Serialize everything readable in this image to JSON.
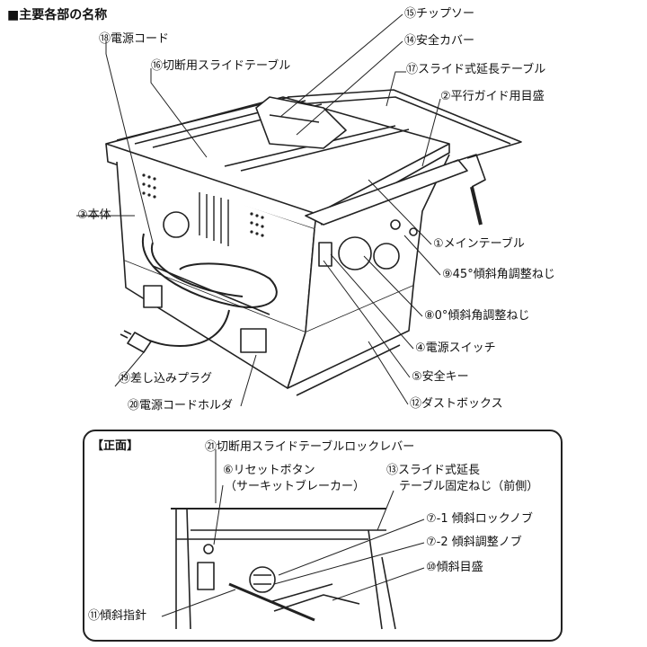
{
  "title": "■主要各部の名称",
  "front_title": "【正面】",
  "labels": {
    "p15": "⑮チップソー",
    "p14": "⑭安全カバー",
    "p18": "⑱電源コード",
    "p16": "⑯切断用スライドテーブル",
    "p17": "⑰スライド式延長テーブル",
    "p2": "②平行ガイド用目盛",
    "p3": "③本体",
    "p1": "①メインテーブル",
    "p9": "⑨45°傾斜角調整ねじ",
    "p8": "⑧0°傾斜角調整ねじ",
    "p4": "④電源スイッチ",
    "p5": "⑤安全キー",
    "p19": "⑲差し込みプラグ",
    "p12": "⑫ダストボックス",
    "p20": "⑳電源コードホルダ",
    "p21": "㉑切断用スライドテーブルロックレバー",
    "p6a": "⑥リセットボタン",
    "p6b": "（サーキットブレーカー）",
    "p13a": "⑬スライド式延長",
    "p13b": "テーブル固定ねじ（前側）",
    "p7a": "⑦-1 傾斜ロックノブ",
    "p7b": "⑦-2 傾斜調整ノブ",
    "p10": "⑩傾斜目盛",
    "p11": "⑪傾斜指針"
  }
}
